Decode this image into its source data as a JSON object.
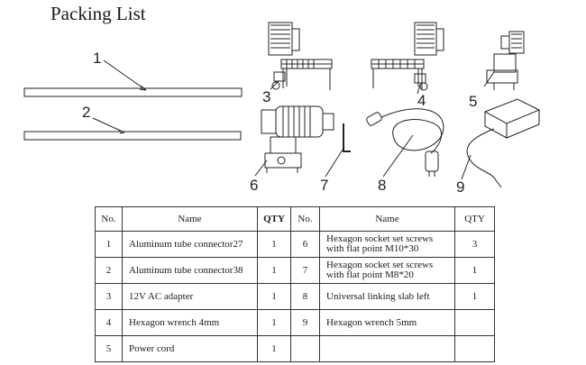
{
  "title": "Packing List",
  "callouts": [
    "1",
    "2",
    "3",
    "4",
    "5",
    "6",
    "7",
    "8",
    "9"
  ],
  "table": {
    "headers": [
      "No.",
      "Name",
      "QTY",
      "No.",
      "Name",
      "QTY"
    ],
    "rows": [
      {
        "no_l": "1",
        "name_l": "Aluminum tube connector27",
        "qty_l": "1",
        "no_r": "6",
        "name_r": "Hexagon socket set screws with flat point M10*30",
        "qty_r": "3"
      },
      {
        "no_l": "2",
        "name_l": "Aluminum  tube connector38",
        "qty_l": "1",
        "no_r": "7",
        "name_r": "Hexagon socket set screws with flat point M8*20",
        "qty_r": "1"
      },
      {
        "no_l": "3",
        "name_l": "12V AC adapter",
        "qty_l": "1",
        "no_r": "8",
        "name_r": "Universal linking slab left",
        "qty_r": "1"
      },
      {
        "no_l": "4",
        "name_l": "Hexagon wrench 4mm",
        "qty_l": "1",
        "no_r": "9",
        "name_r": "Hexagon wrench 5mm",
        "qty_r": ""
      },
      {
        "no_l": "5",
        "name_l": "Power cord",
        "qty_l": "1",
        "no_r": "",
        "name_r": "",
        "qty_r": ""
      }
    ]
  }
}
